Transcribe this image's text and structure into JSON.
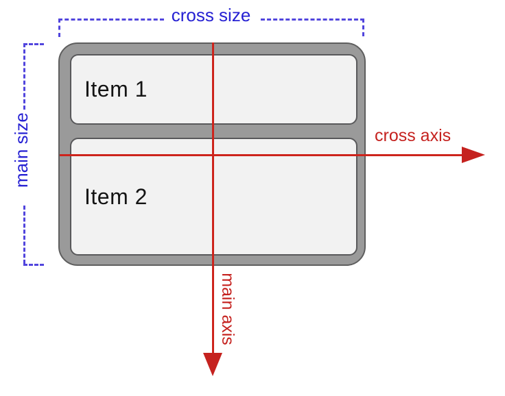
{
  "diagram": {
    "type": "flexbox-column-axes-diagram",
    "annotations": {
      "cross_size": "cross size",
      "main_size": "main size",
      "cross_axis": "cross axis",
      "main_axis": "main axis"
    },
    "container": {
      "items": [
        {
          "label": "Item 1"
        },
        {
          "label": "Item 2"
        }
      ]
    },
    "colors": {
      "annotation_blue": "#2621d3",
      "dash_blue": "#5145dd",
      "axis_red": "#c5221f",
      "container_fill": "#9a9a9a",
      "container_border": "#5e5e5e",
      "item_fill": "#f2f2f2",
      "item_border": "#58585a",
      "item_text": "#141414",
      "background": "#ffffff"
    }
  }
}
